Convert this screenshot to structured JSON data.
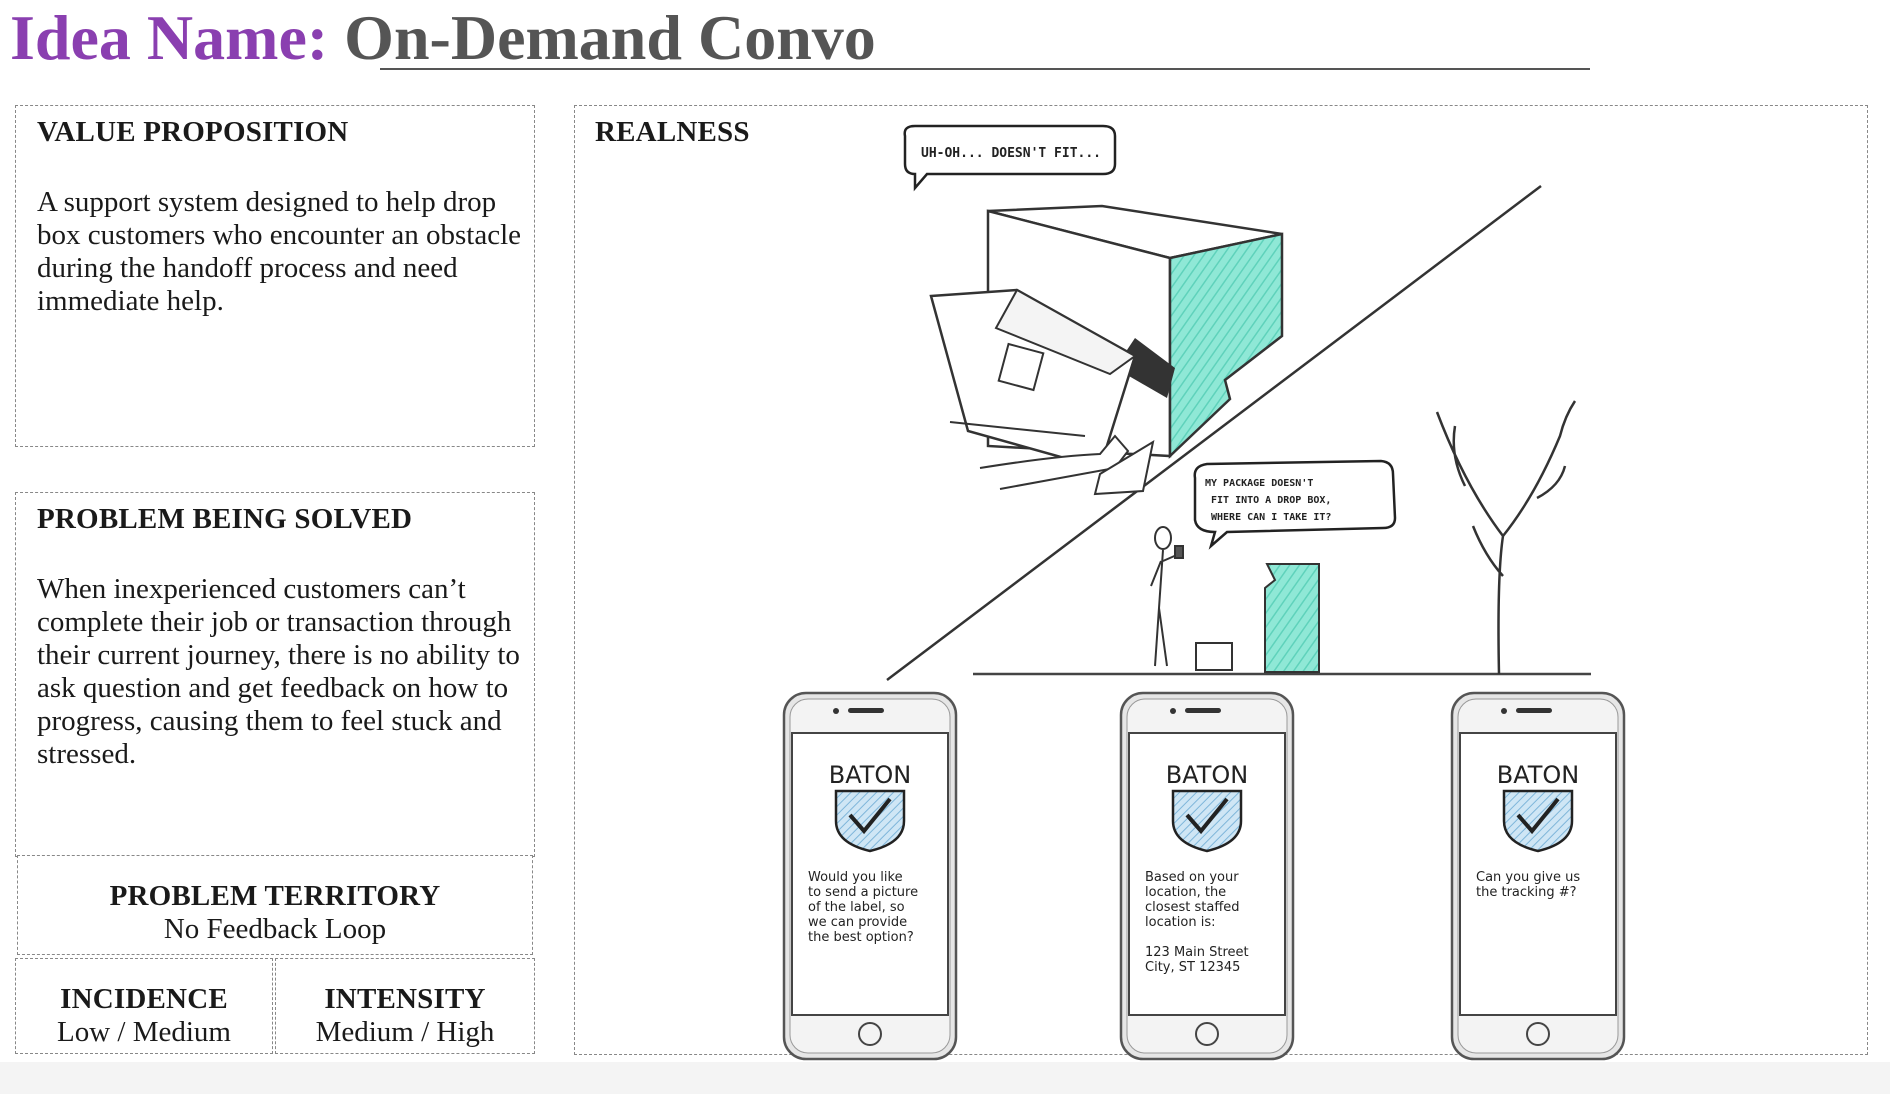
{
  "header": {
    "label": "Idea Name:",
    "value": "On-Demand Convo"
  },
  "value_proposition": {
    "heading": "VALUE PROPOSITION",
    "body": "A support system designed to help drop box customers who encounter an obstacle during the handoff process and need immediate help."
  },
  "problem": {
    "heading": "PROBLEM BEING SOLVED",
    "body": "When inexperienced customers can’t complete their job or transaction through their current journey, there is no ability to ask question and get feedback on how to progress, causing them to feel stuck and stressed."
  },
  "territory": {
    "heading": "PROBLEM TERRITORY",
    "value": "No Feedback Loop"
  },
  "incidence": {
    "heading": "INCIDENCE",
    "value": "Low / Medium"
  },
  "intensity": {
    "heading": "INTENSITY",
    "value": "Medium / High"
  },
  "realness": {
    "heading": "REALNESS",
    "bubble_top": "UH-OH... DOESN'T FIT...",
    "bubble_mid": [
      "MY PACKAGE DOESN'T",
      "FIT INTO A DROP BOX,",
      "WHERE CAN I TAKE IT?"
    ],
    "phones": [
      {
        "brand": "BATON",
        "lines": [
          "Would you like",
          "to send a picture",
          "of the label, so",
          "we can provide",
          "the best option?"
        ]
      },
      {
        "brand": "BATON",
        "lines": [
          "Based on your",
          "location, the",
          "closest staffed",
          "location is:",
          "",
          "123 Main Street",
          "City, ST 12345"
        ]
      },
      {
        "brand": "BATON",
        "lines": [
          "Can you give us",
          "the tracking #?"
        ]
      }
    ]
  },
  "colors": {
    "accent": "#8a3fb0",
    "title_gray": "#555555",
    "teal": "#7fe3cf"
  }
}
